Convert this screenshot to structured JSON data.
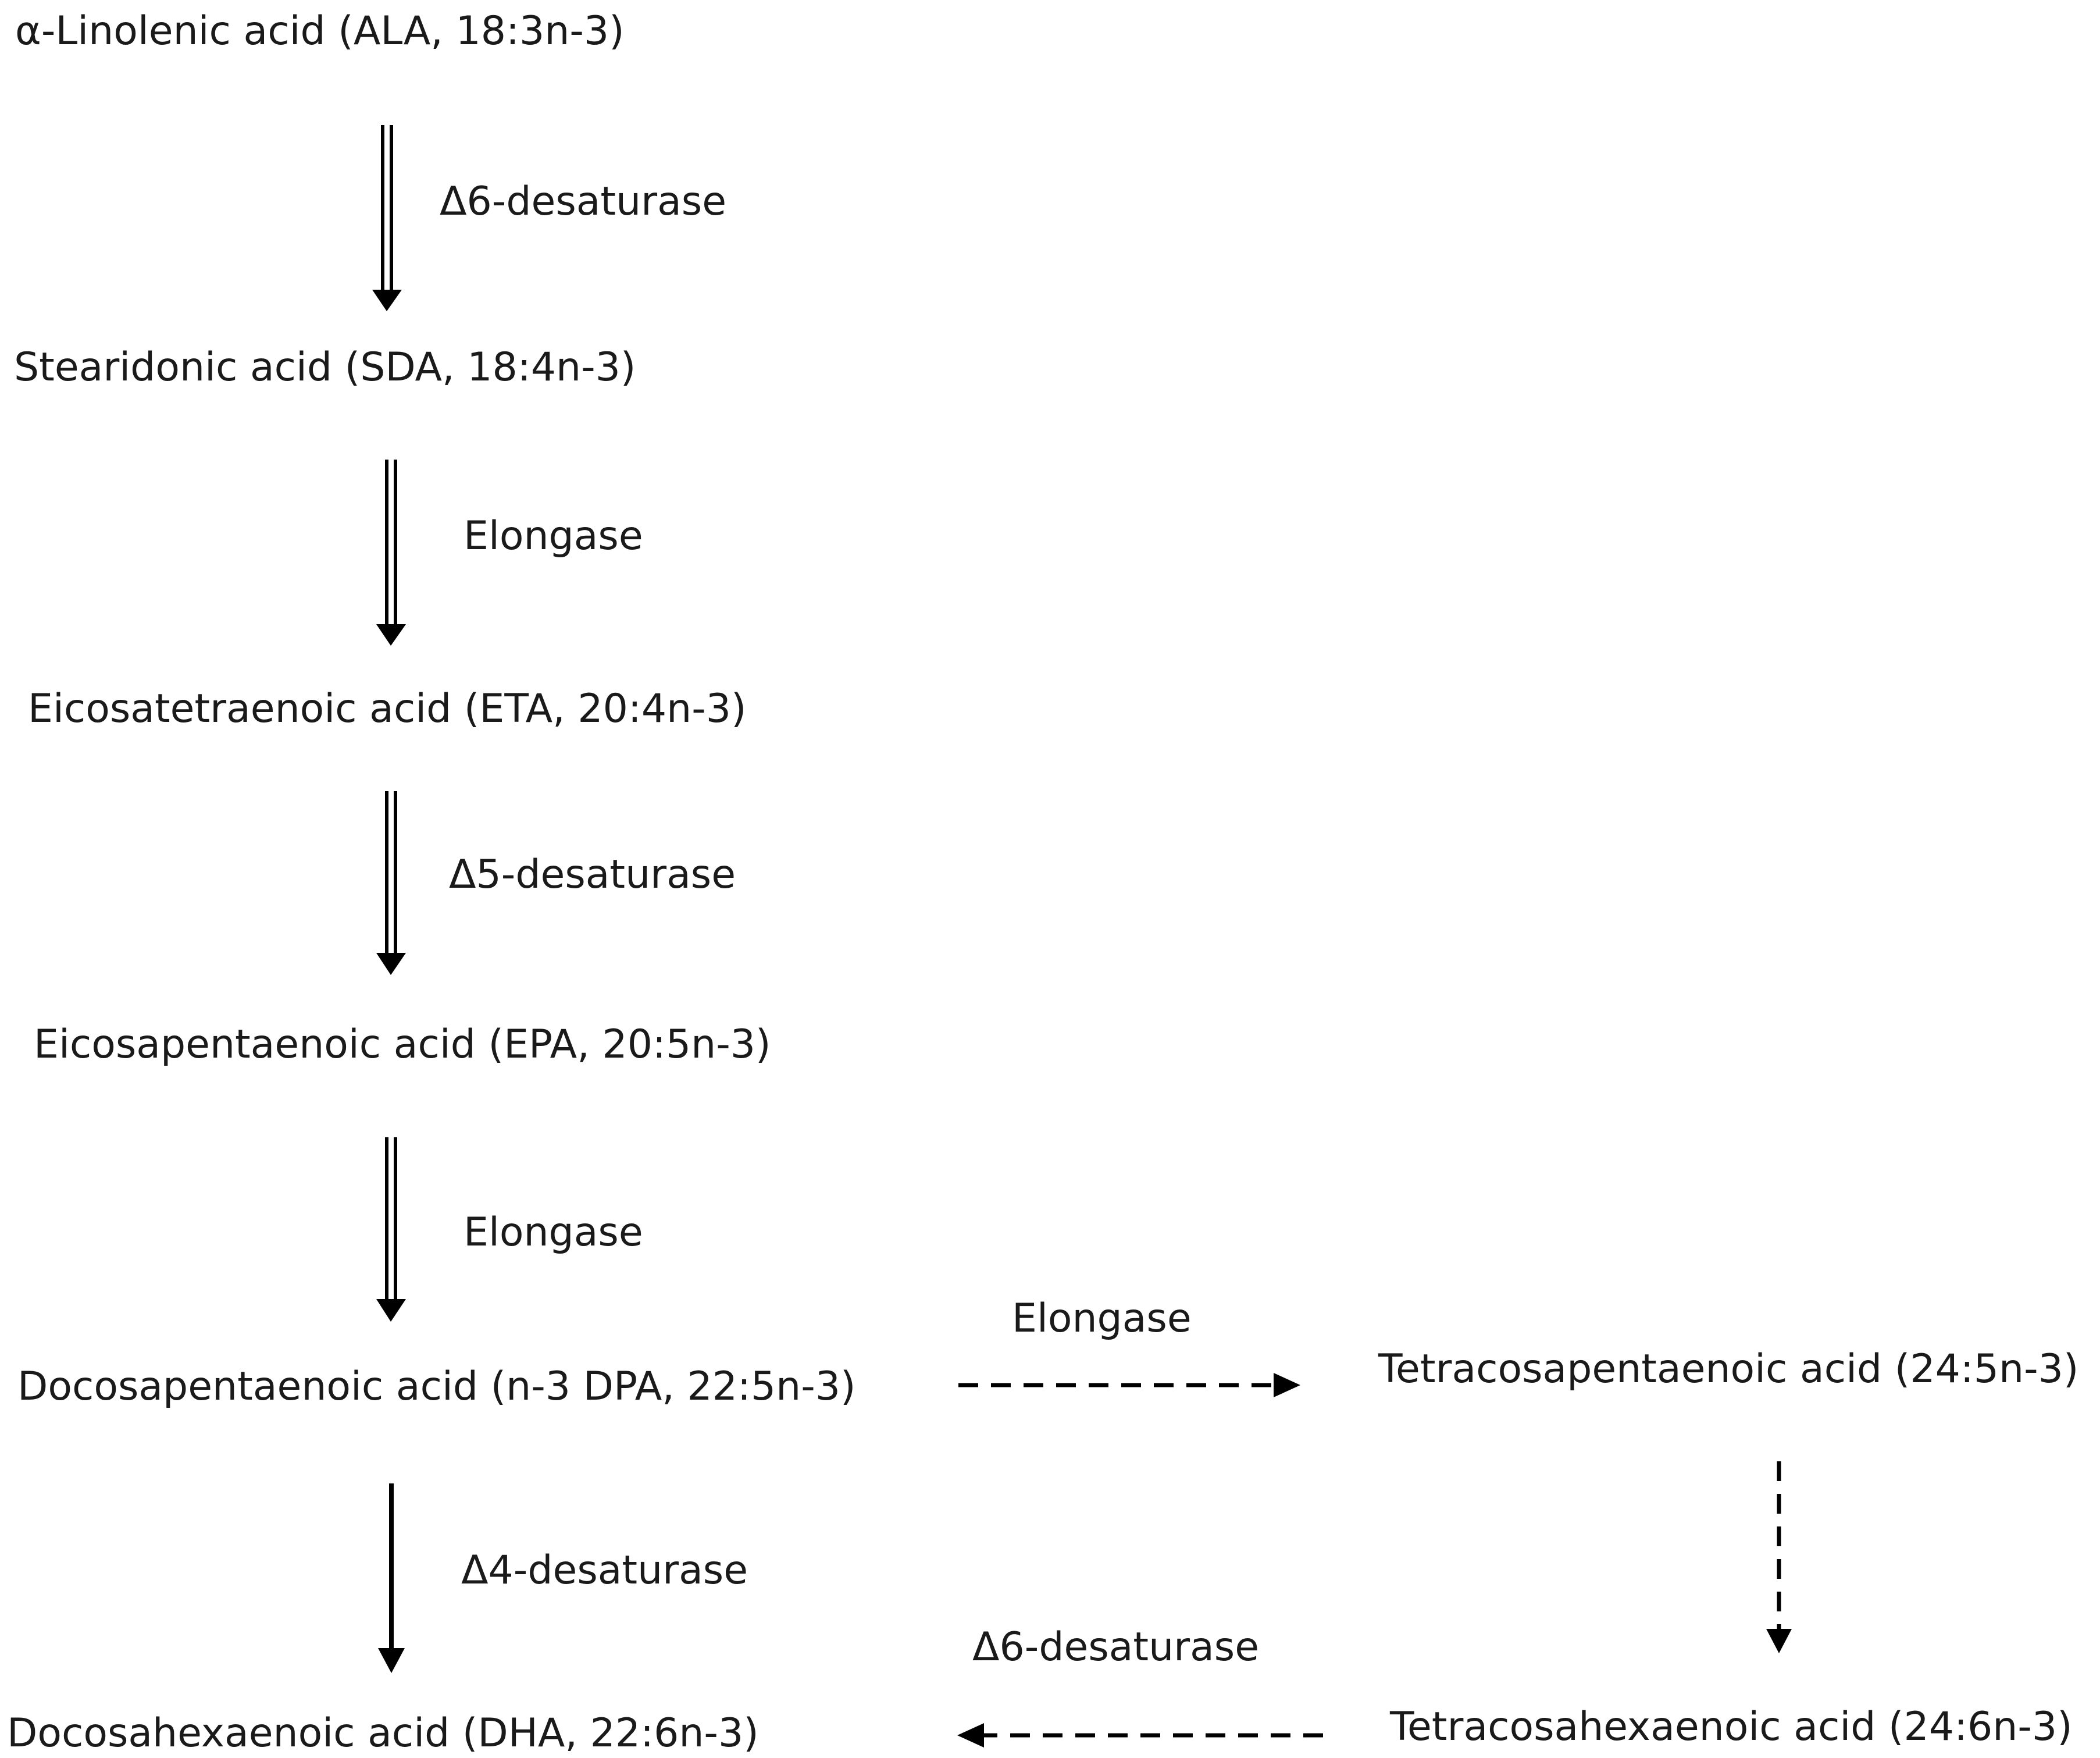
{
  "compounds": {
    "ala": "α-Linolenic acid (ALA, 18:3n-3)",
    "sda": "Stearidonic acid (SDA, 18:4n-3)",
    "eta": "Eicosatetraenoic acid (ETA, 20:4n-3)",
    "epa": "Eicosapentaenoic acid (EPA, 20:5n-3)",
    "dpa": "Docosapentaenoic acid (n-3 DPA, 22:5n-3)",
    "dha": "Docosahexaenoic acid (DHA, 22:6n-3)",
    "tpa": "Tetracosapentaenoic acid (24:5n-3)",
    "tha": "Tetracosahexaenoic acid (24:6n-3)"
  },
  "enzymes": {
    "ala_sda": "Δ6-desaturase",
    "sda_eta": "Elongase",
    "eta_epa": "Δ5-desaturase",
    "epa_dpa": "Elongase",
    "dpa_dha": "Δ4-desaturase",
    "dpa_tpa": "Elongase",
    "tha_dha": "Δ6-desaturase"
  },
  "colors": {
    "text": "#1a1a1a",
    "arrow": "#000000",
    "background": "#ffffff"
  }
}
